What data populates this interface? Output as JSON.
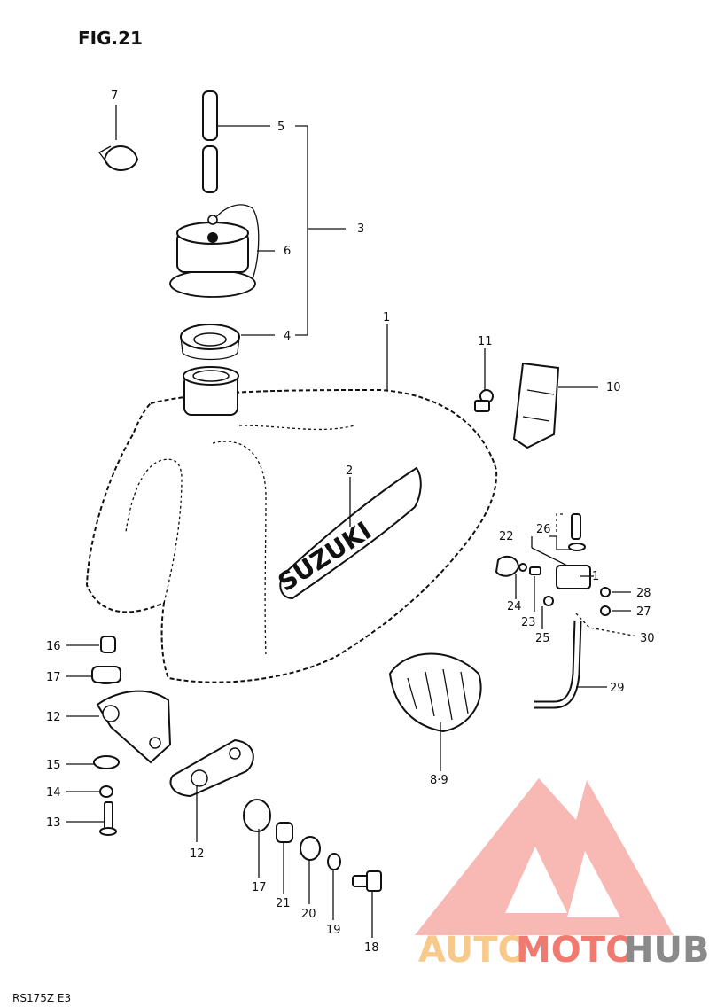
{
  "figure_title": "FIG.21",
  "footer_code": "RS175Z E3",
  "brand_text": "SUZUKI",
  "watermark": {
    "part1": "AUTO",
    "part2": "MOTO",
    "part3": "HUB"
  },
  "callouts": {
    "c1": "1",
    "c2": "2",
    "c3": "3",
    "c4": "4",
    "c5": "5",
    "c6": "6",
    "c7": "7",
    "c8_9": "8·9",
    "c10": "10",
    "c11": "11",
    "c12a": "12",
    "c12b": "12",
    "c13": "13",
    "c14": "14",
    "c15": "15",
    "c16": "16",
    "c17a": "17",
    "c17b": "17",
    "c18": "18",
    "c19": "19",
    "c20": "20",
    "c21": "21",
    "c22": "22",
    "c23": "23",
    "c24": "24",
    "c25": "25",
    "c26": "26",
    "c27": "27",
    "c28": "28",
    "c29": "29",
    "c30": "30",
    "c31": "1"
  }
}
